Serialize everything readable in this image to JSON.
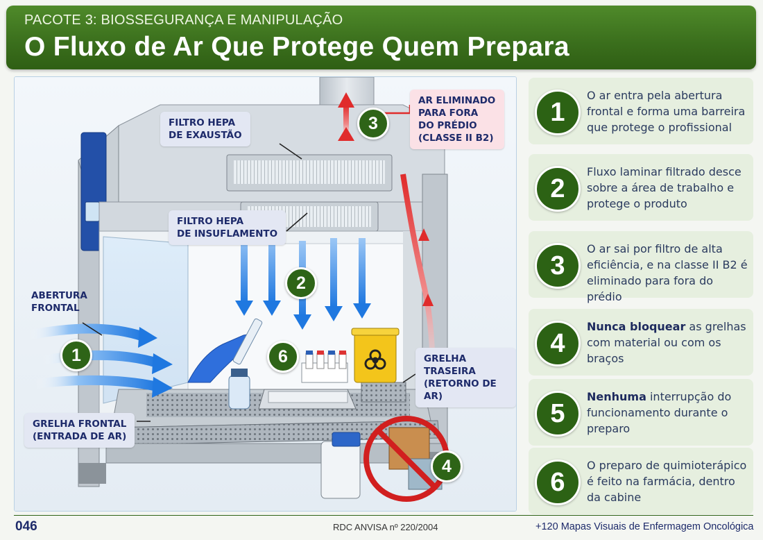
{
  "header": {
    "kicker": "PACOTE 3: BIOSSEGURANÇA E MANIPULAÇÃO",
    "title": "O Fluxo de Ar Que Protege Quem Prepara"
  },
  "diagram": {
    "labels": {
      "exhaust_filter": [
        "FILTRO HEPA",
        "DE EXAUSTÃO"
      ],
      "supply_filter": [
        "FILTRO HEPA",
        "DE INSUFLAMENTO"
      ],
      "exhaust_out": [
        "AR ELIMINADO",
        "PARA FORA",
        "DO PRÉDIO",
        "(CLASSE II B2)"
      ],
      "front_opening": [
        "ABERTURA",
        "FRONTAL"
      ],
      "front_grille": [
        "GRELHA FRONTAL",
        "(ENTRADA DE AR)"
      ],
      "rear_grille": [
        "GRELHA TRASEIRA",
        "(RETORNO DE AR)"
      ]
    },
    "badges": [
      "1",
      "2",
      "3",
      "4",
      "6"
    ]
  },
  "steps": [
    {
      "num": "1",
      "bold": "",
      "text": "O ar entra pela abertura frontal e forma uma barreira que protege o profissional"
    },
    {
      "num": "2",
      "bold": "",
      "text": "Fluxo laminar filtrado desce sobre a área de trabalho e protege o produto"
    },
    {
      "num": "3",
      "bold": "",
      "text": "O ar sai por filtro de alta eficiência, e na classe II B2 é eliminado para fora do prédio"
    },
    {
      "num": "4",
      "bold": "Nunca bloquear",
      "text": " as grelhas com material ou com os braços"
    },
    {
      "num": "5",
      "bold": "Nenhuma",
      "text": " interrupção do funcionamento durante o preparo"
    },
    {
      "num": "6",
      "bold": "",
      "text": "O preparo de quimioterápico é feito na farmácia, dentro da cabine"
    }
  ],
  "footer": {
    "page": "046",
    "reference": "RDC ANVISA nº 220/2004",
    "series": "+120 Mapas Visuais de Enfermagem Oncológica"
  },
  "colors": {
    "header_green": "#3a6e1c",
    "badge_green": "#2e6417",
    "step_bg": "#e6efdf",
    "airflow_blue": "#2f86e8",
    "exhaust_red": "#e23a3a",
    "navy_text": "#1d2a6a"
  },
  "icons": [
    "biohazard-icon",
    "no-entry-icon"
  ]
}
